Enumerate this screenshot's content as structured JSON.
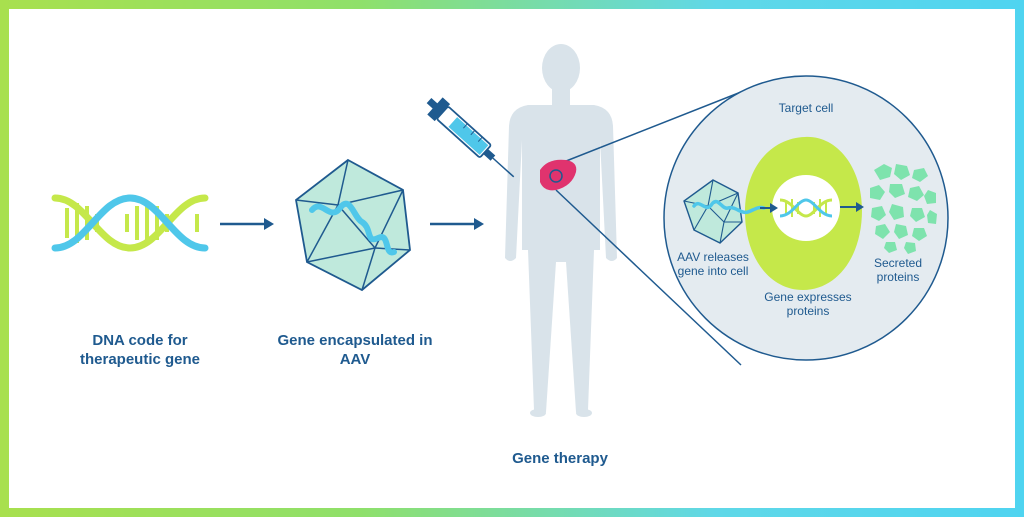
{
  "labels": {
    "dna": "DNA code for therapeutic gene",
    "encapsulated": "Gene encapsulated in AAV",
    "gene_therapy": "Gene therapy",
    "target_cell": "Target cell",
    "aav_releases": "AAV releases gene into cell",
    "gene_expresses": "Gene expresses proteins",
    "secreted": "Secreted proteins"
  },
  "colors": {
    "navy": "#1f5a8f",
    "teal_helix": "#4fc7ea",
    "lime": "#c5e84a",
    "body": "#d9e3ea",
    "cell_bg": "#e4ebf0",
    "liver": "#e0336e",
    "protein": "#7ee3ad",
    "capsid": "#bfe9dc"
  },
  "icons": [
    "dna-icon",
    "aav-capsid-icon",
    "syringe-icon",
    "human-body-icon",
    "liver-icon",
    "target-cell-icon",
    "protein-cluster-icon"
  ]
}
